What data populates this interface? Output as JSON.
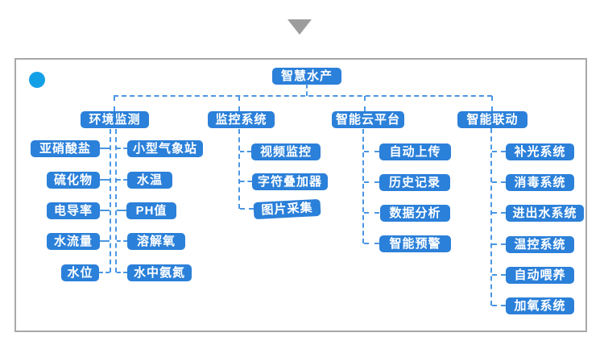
{
  "diagram": {
    "root": "智慧水产",
    "branches": [
      {
        "label": "环境监测",
        "left": [
          "亚硝酸盐",
          "硫化物",
          "电导率",
          "水流量",
          "水位"
        ],
        "right": [
          "小型气象站",
          "水温",
          "PH值",
          "溶解氧",
          "水中氨氮"
        ]
      },
      {
        "label": "监控系统",
        "children": [
          "视频监控",
          "字符叠加器",
          "图片采集"
        ]
      },
      {
        "label": "智能云平台",
        "children": [
          "自动上传",
          "历史记录",
          "数据分析",
          "智能预警"
        ]
      },
      {
        "label": "智能联动",
        "children": [
          "补光系统",
          "消毒系统",
          "进出水系统",
          "温控系统",
          "自动喂养",
          "加氧系统"
        ]
      }
    ]
  },
  "colors": {
    "node-fill": "#2b80d9",
    "connector": "#4a96e3",
    "dot": "#14a0e6",
    "triangle": "#9d9d9d",
    "panel-border": "#a8a8a8"
  }
}
